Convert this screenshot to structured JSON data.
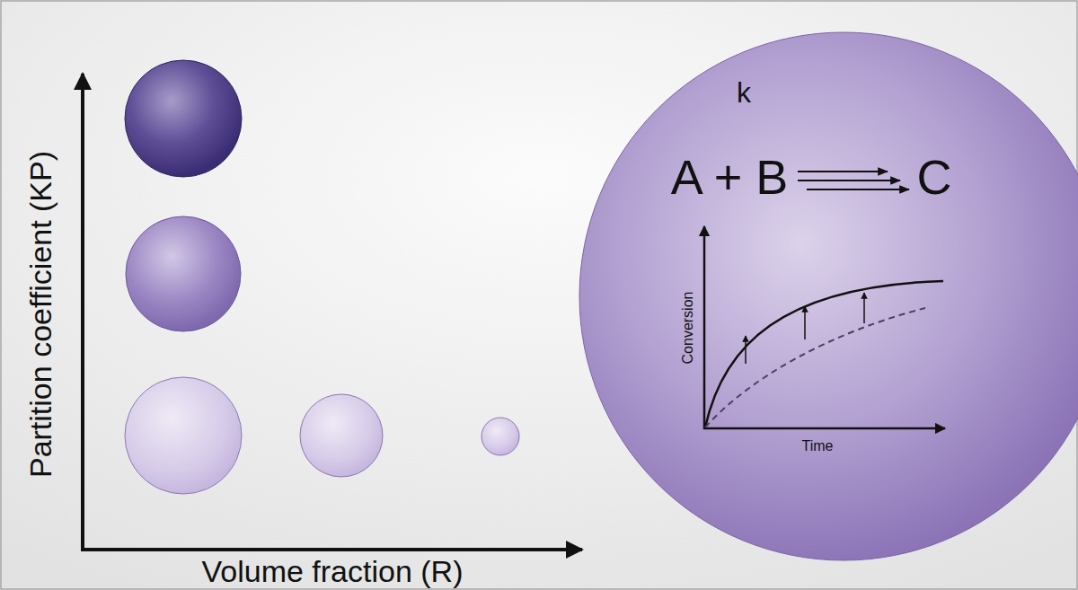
{
  "diagram": {
    "nodes": [
      {
        "text": [
          "k",
          "A + B",
          "C",
          "Conversion",
          "Time"
        ]
      }
    ],
    "labels": [
      "Partition coefficient (KP)",
      "Volume fraction (R)"
    ]
  }
}
